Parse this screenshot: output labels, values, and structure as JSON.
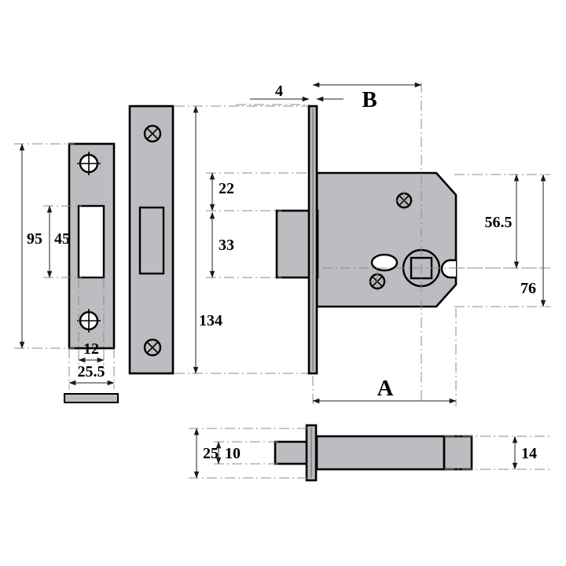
{
  "drawing": {
    "title": "Mortice Lock Technical Drawing",
    "type": "engineering-dimensioned-drawing",
    "units": "mm",
    "background_color": "#ffffff",
    "fill_color": "#bcbdc0",
    "line_color": "#000000",
    "dim_line_color": "#4d4d4d"
  },
  "views": {
    "strike_plate_front": {
      "name": "strike-plate-front-view",
      "description": "Striking plate with rectangular mortice aperture and two countersunk screw holes"
    },
    "forend_front": {
      "name": "forend-front-view",
      "description": "Lock forend faceplate with latch aperture and two cross screw holes"
    },
    "lock_body_side": {
      "name": "lock-body-side-view",
      "description": "Mortice lock case with faceplate, latch bolt, follower spindle hole and keyhole"
    },
    "lock_body_plan": {
      "name": "lock-body-plan-view",
      "description": "Plan view of lock case showing case thickness and faceplate"
    }
  },
  "dimensions": {
    "strike_plate": [
      {
        "id": "dim-95",
        "label": "95",
        "orientation": "vertical",
        "description": "overall strike plate height"
      },
      {
        "id": "dim-45",
        "label": "45",
        "orientation": "vertical",
        "description": "strike aperture height"
      },
      {
        "id": "dim-12",
        "label": "12",
        "orientation": "horizontal",
        "description": "strike aperture width"
      },
      {
        "id": "dim-25-5",
        "label": "25.5",
        "orientation": "horizontal",
        "description": "strike plate width"
      }
    ],
    "forend": [
      {
        "id": "dim-134",
        "label": "134",
        "orientation": "vertical",
        "description": "forend faceplate length"
      }
    ],
    "lock_body": [
      {
        "id": "dim-4",
        "label": "4",
        "orientation": "horizontal",
        "description": "latch bolt projection"
      },
      {
        "id": "dim-B",
        "label": "B",
        "orientation": "horizontal",
        "description": "backset dimension"
      },
      {
        "id": "dim-A",
        "label": "A",
        "orientation": "horizontal",
        "description": "case depth dimension"
      },
      {
        "id": "dim-22",
        "label": "22",
        "orientation": "vertical",
        "description": "top of case to latch bolt"
      },
      {
        "id": "dim-33",
        "label": "33",
        "orientation": "vertical",
        "description": "latch bolt height zone"
      },
      {
        "id": "dim-56-5",
        "label": "56.5",
        "orientation": "vertical",
        "description": "case height to centre line"
      },
      {
        "id": "dim-76",
        "label": "76",
        "orientation": "vertical",
        "description": "overall case height"
      }
    ],
    "plan_view": [
      {
        "id": "dim-25",
        "label": "25",
        "orientation": "vertical",
        "description": "faceplate width"
      },
      {
        "id": "dim-10",
        "label": "10",
        "orientation": "vertical",
        "description": "latch bolt thickness"
      },
      {
        "id": "dim-14",
        "label": "14",
        "orientation": "vertical",
        "description": "lock case thickness"
      }
    ]
  },
  "labels": {
    "v95": "95",
    "v45": "45",
    "v12": "12",
    "v25_5": "25.5",
    "v134": "134",
    "v4": "4",
    "vB": "B",
    "vA": "A",
    "v22": "22",
    "v33": "33",
    "v56_5": "56.5",
    "v76": "76",
    "v25": "25",
    "v10": "10",
    "v14": "14"
  }
}
